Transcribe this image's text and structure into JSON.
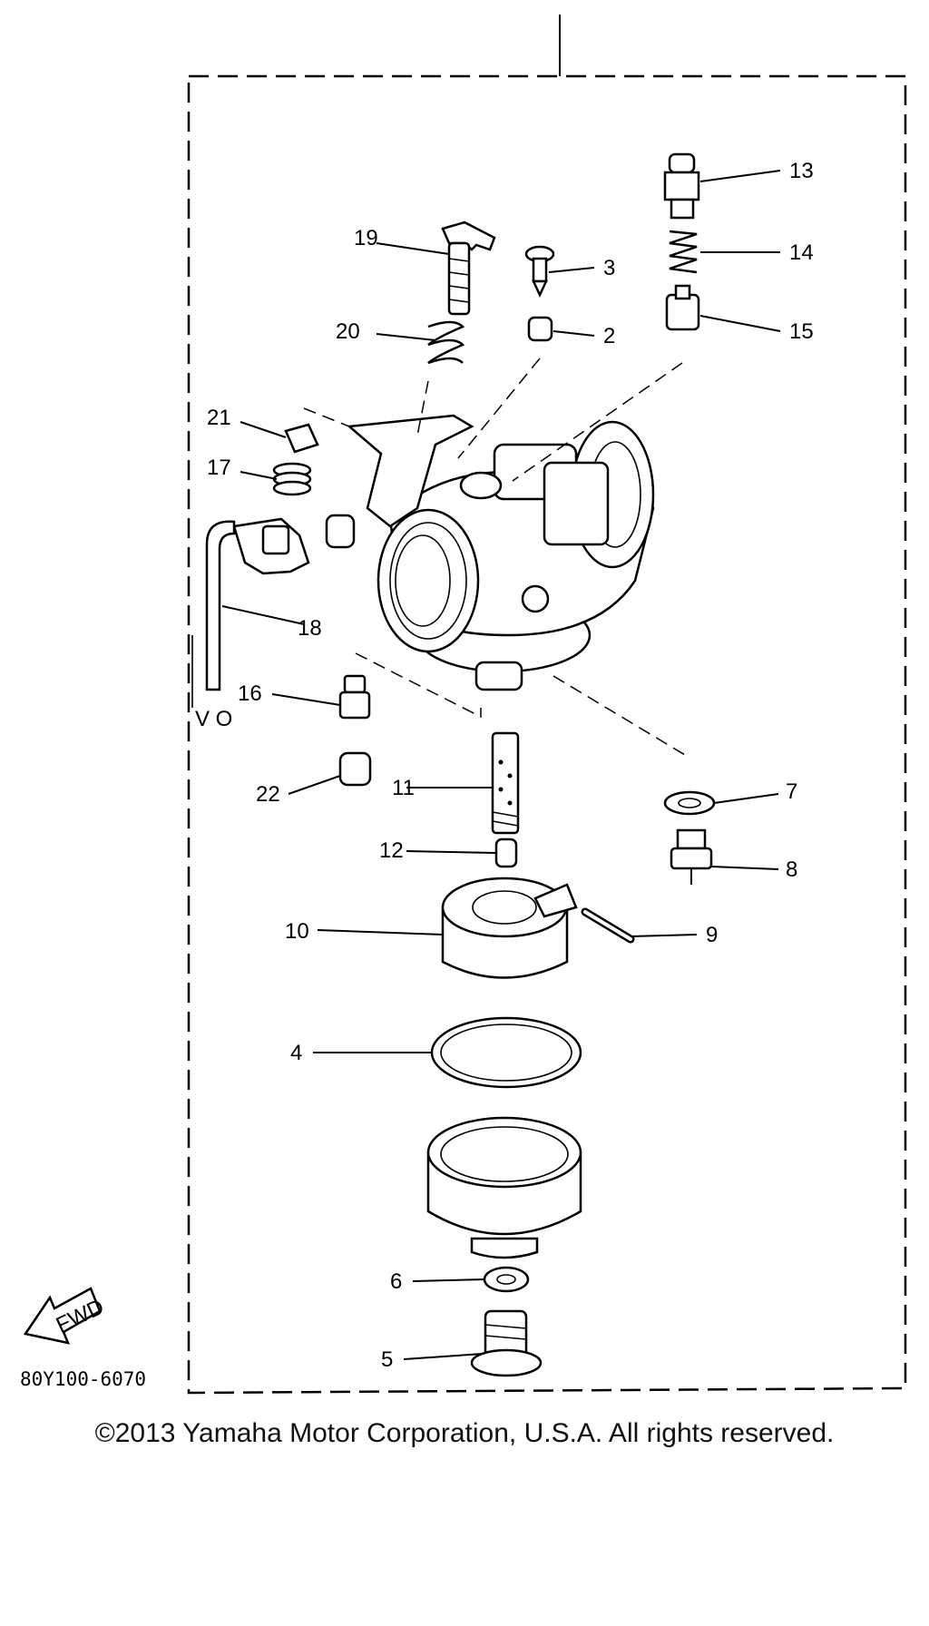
{
  "diagram": {
    "callouts": {
      "c2": "2",
      "c3": "3",
      "c4": "4",
      "c5": "5",
      "c6": "6",
      "c7": "7",
      "c8": "8",
      "c9": "9",
      "c10": "10",
      "c11": "11",
      "c12": "12",
      "c13": "13",
      "c14": "14",
      "c15": "15",
      "c16": "16",
      "c17": "17",
      "c18": "18",
      "c19": "19",
      "c20": "20",
      "c21": "21",
      "c22": "22"
    },
    "hose_marks": "V O",
    "fwd_label": "FWD",
    "drawing_code": "80Y100-6070",
    "copyright": "©2013 Yamaha Motor Corporation, U.S.A. All rights reserved."
  }
}
